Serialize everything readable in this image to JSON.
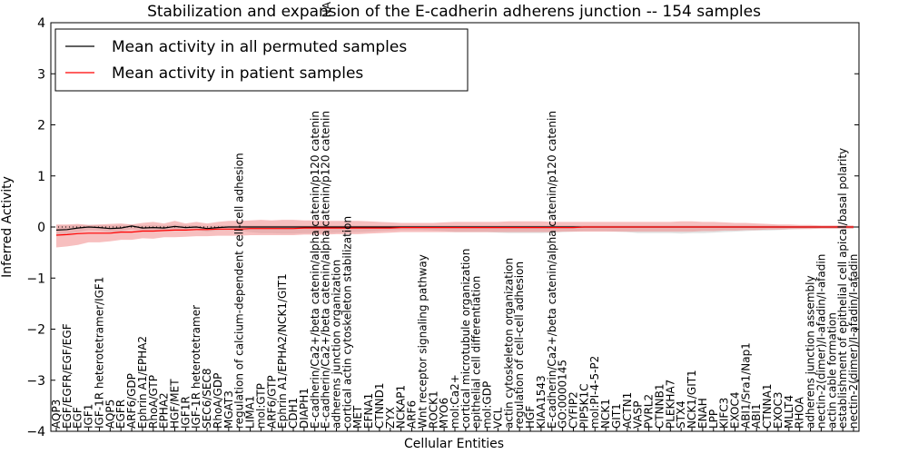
{
  "chart_data": {
    "type": "line",
    "title": "Stabilization and expansion of the E-cadherin adherens junction -- 154 samples",
    "xlabel": "Cellular Entities",
    "ylabel": "Inferred Activity",
    "ylim": [
      -4,
      4
    ],
    "yticks": [
      -4,
      -3,
      -2,
      -1,
      0,
      1,
      2,
      3,
      4
    ],
    "legend_position": "top-left",
    "grid": false,
    "categories": [
      "AQP3",
      "EGF/EGFR/EGF/EGF",
      "EGF",
      "IGF1",
      "IGF-1R heterotetramer/IGF1",
      "AQP5",
      "EGFR",
      "ARF6/GDP",
      "Ephrin A1/EPHA2",
      "RhoA/GTP",
      "EPHA2",
      "HGF/MET",
      "IGF1R",
      "IGF-1R heterotetramer",
      "SEC6/SEC8",
      "RhoA/GDP",
      "MGAT3",
      "regulation of calcium-dependent cell-cell adhesion",
      "LIMA1",
      "mol:GTP",
      "ARF6/GTP",
      "Ephrin A1/EPHA2/NCK1/GIT1",
      "CDH1",
      "DIAPH1",
      "E-cadherin/Ca2+/beta catenin/alpha catenin/p120 catenin",
      "E-cadherin/Ca2+/beta catenin/alpha catenin/p120 catenin",
      "adherens junction organization",
      "cortical actin cytoskeleton stabilization",
      "MET",
      "EFNA1",
      "CTNND1",
      "ZYX",
      "NCKAP1",
      "ARF6",
      "Wnt receptor signaling pathway",
      "ROCK1",
      "MYO6",
      "mol:Ca2+",
      "cortical microtubule organization",
      "epithelial cell differentiation",
      "mol:GDP",
      "VCL",
      "actin cytoskeleton organization",
      "regulation of cell-cell adhesion",
      "HGF",
      "KIAA1543",
      "E-cadherin/Ca2+/beta catenin/alpha catenin/p120 catenin",
      "GO:0000145",
      "CYFIP2",
      "PIP5K1C",
      "mol:PI-4-5-P2",
      "NCK1",
      "GIT1",
      "ACTN1",
      "VASP",
      "PVRL2",
      "CTNNB1",
      "PLEKHA7",
      "STX4",
      "NCK1/GIT1",
      "ENAH",
      "LPP",
      "KIFC3",
      "EXOC4",
      "ABI1/Sra1/Nap1",
      "ABI1",
      "CTNNA1",
      "EXOC3",
      "MLLT4",
      "RHOA",
      "adherens junction assembly",
      "nectin-2(dimer)/I-afadin/I-afadin",
      "actin cable formation",
      "establishment of epithelial cell apical/basal polarity",
      "nectin-2(dimer)/I-afadin/I-afadin"
    ],
    "top_cut_label": "NA",
    "series": [
      {
        "name": "Mean activity in all permuted samples",
        "color": "#000000",
        "values": [
          -0.06,
          -0.05,
          -0.02,
          0.0,
          -0.01,
          -0.03,
          -0.02,
          0.02,
          -0.02,
          -0.01,
          -0.02,
          0.01,
          -0.01,
          0.0,
          -0.03,
          -0.01,
          0.0,
          0.0,
          0.0,
          0.0,
          0.0,
          0.0,
          0.0,
          0.0,
          0.0,
          0.0,
          0.0,
          0.0,
          0.0,
          0.0,
          0.0,
          0.0,
          0.0,
          0.0,
          0.0,
          0.0,
          0.0,
          0.0,
          0.0,
          0.0,
          0.0,
          0.0,
          0.0,
          0.0,
          0.0,
          0.0,
          0.0,
          0.0,
          0.0,
          0.0,
          0.0,
          0.0,
          0.0,
          0.0,
          0.0,
          0.0,
          0.0,
          0.0,
          0.0,
          0.0,
          0.0,
          0.0,
          0.0,
          0.0,
          0.0,
          0.0,
          0.0,
          0.0,
          0.0,
          0.0,
          0.0,
          0.0,
          0.0,
          0.0,
          0.0
        ],
        "band_upper": [
          0.03,
          0.03,
          0.04,
          0.04,
          0.04,
          0.03,
          0.04,
          0.05,
          0.03,
          0.04,
          0.03,
          0.05,
          0.04,
          0.03,
          0.02,
          0.03,
          0.03,
          0.03,
          0.03,
          0.03,
          0.03,
          0.03,
          0.03,
          0.03,
          0.03,
          0.03,
          0.03,
          0.03,
          0.03,
          0.03,
          0.03,
          0.03,
          0.03,
          0.03,
          0.03,
          0.03,
          0.03,
          0.03,
          0.03,
          0.03,
          0.03,
          0.03,
          0.03,
          0.03,
          0.03,
          0.03,
          0.03,
          0.03,
          0.03,
          0.03,
          0.03,
          0.03,
          0.03,
          0.03,
          0.03,
          0.03,
          0.03,
          0.03,
          0.03,
          0.03,
          0.03,
          0.03,
          0.03,
          0.03,
          0.03,
          0.03,
          0.03,
          0.03,
          0.02,
          0.02,
          0.02,
          0.02,
          0.02,
          0.02,
          0.02
        ],
        "band_lower": [
          -0.15,
          -0.14,
          -0.1,
          -0.06,
          -0.07,
          -0.1,
          -0.09,
          -0.04,
          -0.08,
          -0.07,
          -0.08,
          -0.05,
          -0.07,
          -0.06,
          -0.09,
          -0.07,
          -0.06,
          -0.07,
          -0.1,
          -0.12,
          -0.12,
          -0.13,
          -0.13,
          -0.12,
          -0.12,
          -0.12,
          -0.11,
          -0.1,
          -0.1,
          -0.09,
          -0.08,
          -0.07,
          -0.06,
          -0.06,
          -0.06,
          -0.07,
          -0.08,
          -0.1,
          -0.1,
          -0.1,
          -0.1,
          -0.11,
          -0.12,
          -0.12,
          -0.12,
          -0.12,
          -0.11,
          -0.1,
          -0.09,
          -0.08,
          -0.08,
          -0.08,
          -0.09,
          -0.1,
          -0.12,
          -0.12,
          -0.12,
          -0.12,
          -0.13,
          -0.12,
          -0.12,
          -0.11,
          -0.1,
          -0.09,
          -0.08,
          -0.07,
          -0.07,
          -0.06,
          -0.05,
          -0.04,
          -0.03,
          -0.03,
          -0.03,
          -0.03,
          -0.03
        ]
      },
      {
        "name": "Mean activity in patient samples",
        "color": "#ff0000",
        "values": [
          -0.16,
          -0.15,
          -0.13,
          -0.12,
          -0.12,
          -0.12,
          -0.1,
          -0.1,
          -0.08,
          -0.08,
          -0.07,
          -0.06,
          -0.06,
          -0.05,
          -0.05,
          -0.04,
          -0.04,
          -0.04,
          -0.03,
          -0.03,
          -0.03,
          -0.03,
          -0.03,
          -0.02,
          -0.02,
          -0.02,
          -0.02,
          -0.02,
          -0.02,
          -0.02,
          -0.02,
          -0.02,
          -0.01,
          -0.01,
          -0.01,
          -0.01,
          -0.01,
          -0.01,
          -0.01,
          -0.01,
          -0.01,
          -0.01,
          -0.01,
          -0.01,
          -0.01,
          -0.01,
          -0.01,
          -0.01,
          -0.01,
          0.0,
          0.0,
          0.0,
          0.0,
          0.0,
          0.0,
          0.0,
          0.0,
          0.0,
          0.0,
          0.0,
          0.0,
          0.0,
          0.0,
          0.0,
          0.0,
          0.0,
          0.0,
          0.0,
          0.0,
          0.0,
          0.0,
          0.0,
          0.0,
          0.0,
          0.0
        ],
        "band_upper": [
          0.05,
          0.05,
          0.06,
          0.04,
          0.05,
          0.06,
          0.07,
          0.05,
          0.08,
          0.1,
          0.07,
          0.12,
          0.07,
          0.1,
          0.07,
          0.1,
          0.12,
          0.12,
          0.13,
          0.14,
          0.13,
          0.14,
          0.14,
          0.13,
          0.13,
          0.12,
          0.12,
          0.12,
          0.12,
          0.11,
          0.1,
          0.09,
          0.08,
          0.08,
          0.08,
          0.08,
          0.09,
          0.1,
          0.1,
          0.1,
          0.1,
          0.1,
          0.11,
          0.11,
          0.11,
          0.11,
          0.1,
          0.1,
          0.1,
          0.1,
          0.1,
          0.1,
          0.1,
          0.1,
          0.1,
          0.1,
          0.1,
          0.1,
          0.11,
          0.11,
          0.1,
          0.1,
          0.09,
          0.08,
          0.08,
          0.07,
          0.06,
          0.05,
          0.05,
          0.04,
          0.04,
          0.03,
          0.03,
          0.03,
          0.03
        ],
        "band_lower": [
          -0.4,
          -0.38,
          -0.35,
          -0.3,
          -0.3,
          -0.28,
          -0.25,
          -0.25,
          -0.22,
          -0.23,
          -0.2,
          -0.2,
          -0.19,
          -0.18,
          -0.18,
          -0.17,
          -0.17,
          -0.17,
          -0.16,
          -0.16,
          -0.16,
          -0.16,
          -0.16,
          -0.15,
          -0.15,
          -0.15,
          -0.14,
          -0.14,
          -0.14,
          -0.13,
          -0.12,
          -0.11,
          -0.1,
          -0.1,
          -0.1,
          -0.1,
          -0.1,
          -0.1,
          -0.1,
          -0.1,
          -0.1,
          -0.1,
          -0.1,
          -0.1,
          -0.1,
          -0.1,
          -0.1,
          -0.09,
          -0.09,
          -0.09,
          -0.09,
          -0.09,
          -0.09,
          -0.09,
          -0.09,
          -0.09,
          -0.09,
          -0.09,
          -0.09,
          -0.09,
          -0.08,
          -0.08,
          -0.07,
          -0.07,
          -0.06,
          -0.06,
          -0.05,
          -0.05,
          -0.04,
          -0.04,
          -0.04,
          -0.03,
          -0.03,
          -0.03,
          -0.03
        ]
      }
    ]
  }
}
